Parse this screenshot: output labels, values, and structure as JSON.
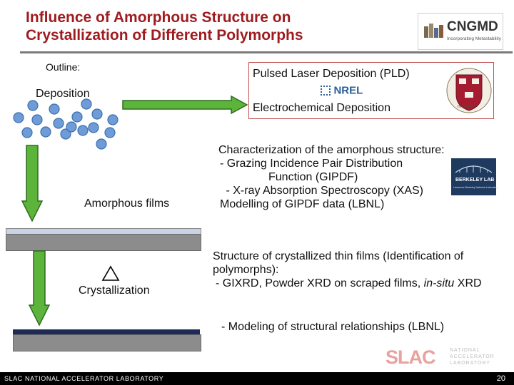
{
  "header": {
    "title_line1": "Influence of Amorphous Structure on",
    "title_line2": "Crystallization of Different Polymorphs"
  },
  "logos": {
    "cngmd_text": "CNGMD",
    "cngmd_sub": "Incorporating Metastability",
    "nrel_text": "NREL",
    "berkeley_text": "BERKELEY LAB",
    "berkeley_sub": "Lawrence Berkeley National Laboratory",
    "harvard_name": "HARVARD",
    "slac_text": "SLAC",
    "slac_sub1": "NATIONAL",
    "slac_sub2": "ACCELERATOR",
    "slac_sub3": "LABORATORY"
  },
  "left": {
    "outline_label": "Outline:",
    "deposition_label": "Deposition",
    "amorphous_label": "Amorphous films",
    "crystallization_label": "Crystallization"
  },
  "right": {
    "pld_label": "Pulsed Laser Deposition (PLD)",
    "electrochem_label": "Electrochemical Deposition",
    "char_lines": [
      "Characterization of the amorphous structure:",
      "- Grazing Incidence Pair Distribution",
      "Function (GIPDF)",
      " - X-ray Absorption Spectroscopy (XAS)",
      "Modelling of GIPDF data (LBNL)"
    ],
    "struct_line1": "Structure of crystallized thin films (Identification of",
    "struct_line2": "polymorphs):",
    "struct_line3_a": "- GIXRD, Powder XRD on scraped films, ",
    "struct_line3_b": "in-situ",
    "struct_line3_c": " XRD",
    "modeling_line": "- Modeling of structural relationships (LBNL)"
  },
  "footer": {
    "lab_name": "SLAC NATIONAL ACCELERATOR LABORATORY",
    "page_number": "20"
  },
  "colors": {
    "title_red": "#9e1b1f",
    "arrow_green": "#5cb53a",
    "arrow_border": "#2f6b1f",
    "dot_blue": "#6f9bd6",
    "box_red": "#c0504d",
    "slac_red": "#e8a2a0"
  }
}
